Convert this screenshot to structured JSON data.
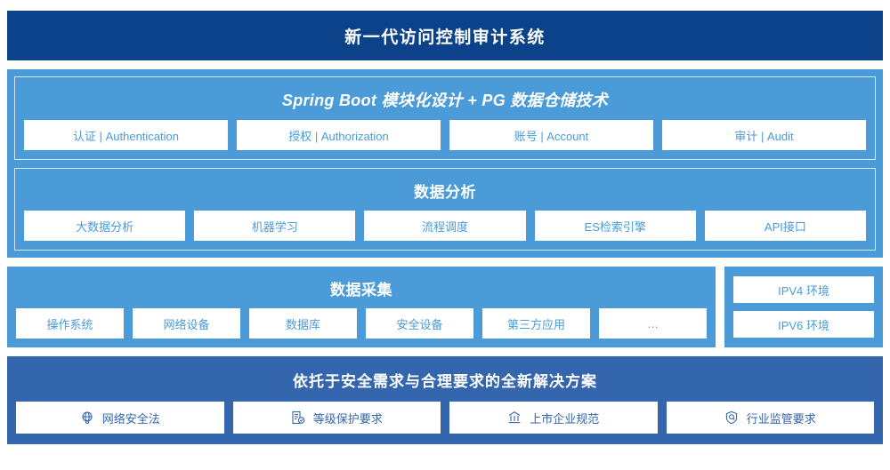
{
  "header": {
    "title": "新一代访问控制审计系统",
    "bg_color": "#0b4289"
  },
  "platform": {
    "bg_color": "#4a9bd8",
    "modules_panel": {
      "title": "Spring Boot 模块化设计 + PG 数据仓储技术",
      "items": [
        {
          "label": "认证 | Authentication"
        },
        {
          "label": "授权 | Authorization"
        },
        {
          "label": "账号 | Account"
        },
        {
          "label": "审计 | Audit"
        }
      ]
    },
    "analysis_panel": {
      "title": "数据分析",
      "items": [
        {
          "label": "大数据分析"
        },
        {
          "label": "机器学习"
        },
        {
          "label": "流程调度"
        },
        {
          "label": "ES检索引擎"
        },
        {
          "label": "API接口"
        }
      ]
    }
  },
  "collection": {
    "title": "数据采集",
    "items": [
      {
        "label": "操作系统"
      },
      {
        "label": "网络设备"
      },
      {
        "label": "数据库"
      },
      {
        "label": "安全设备"
      },
      {
        "label": "第三方应用"
      },
      {
        "label": "…"
      }
    ],
    "environments": [
      {
        "label": "IPV4 环境"
      },
      {
        "label": "IPV6 环境"
      }
    ]
  },
  "compliance": {
    "bg_color": "#3366ad",
    "title": "依托于安全需求与合理要求的全新解决方案",
    "items": [
      {
        "label": "网络安全法",
        "icon": "globe-network-icon"
      },
      {
        "label": "等级保护要求",
        "icon": "document-check-icon"
      },
      {
        "label": "上市企业规范",
        "icon": "bank-building-icon"
      },
      {
        "label": "行业监管要求",
        "icon": "shield-search-icon"
      }
    ]
  }
}
